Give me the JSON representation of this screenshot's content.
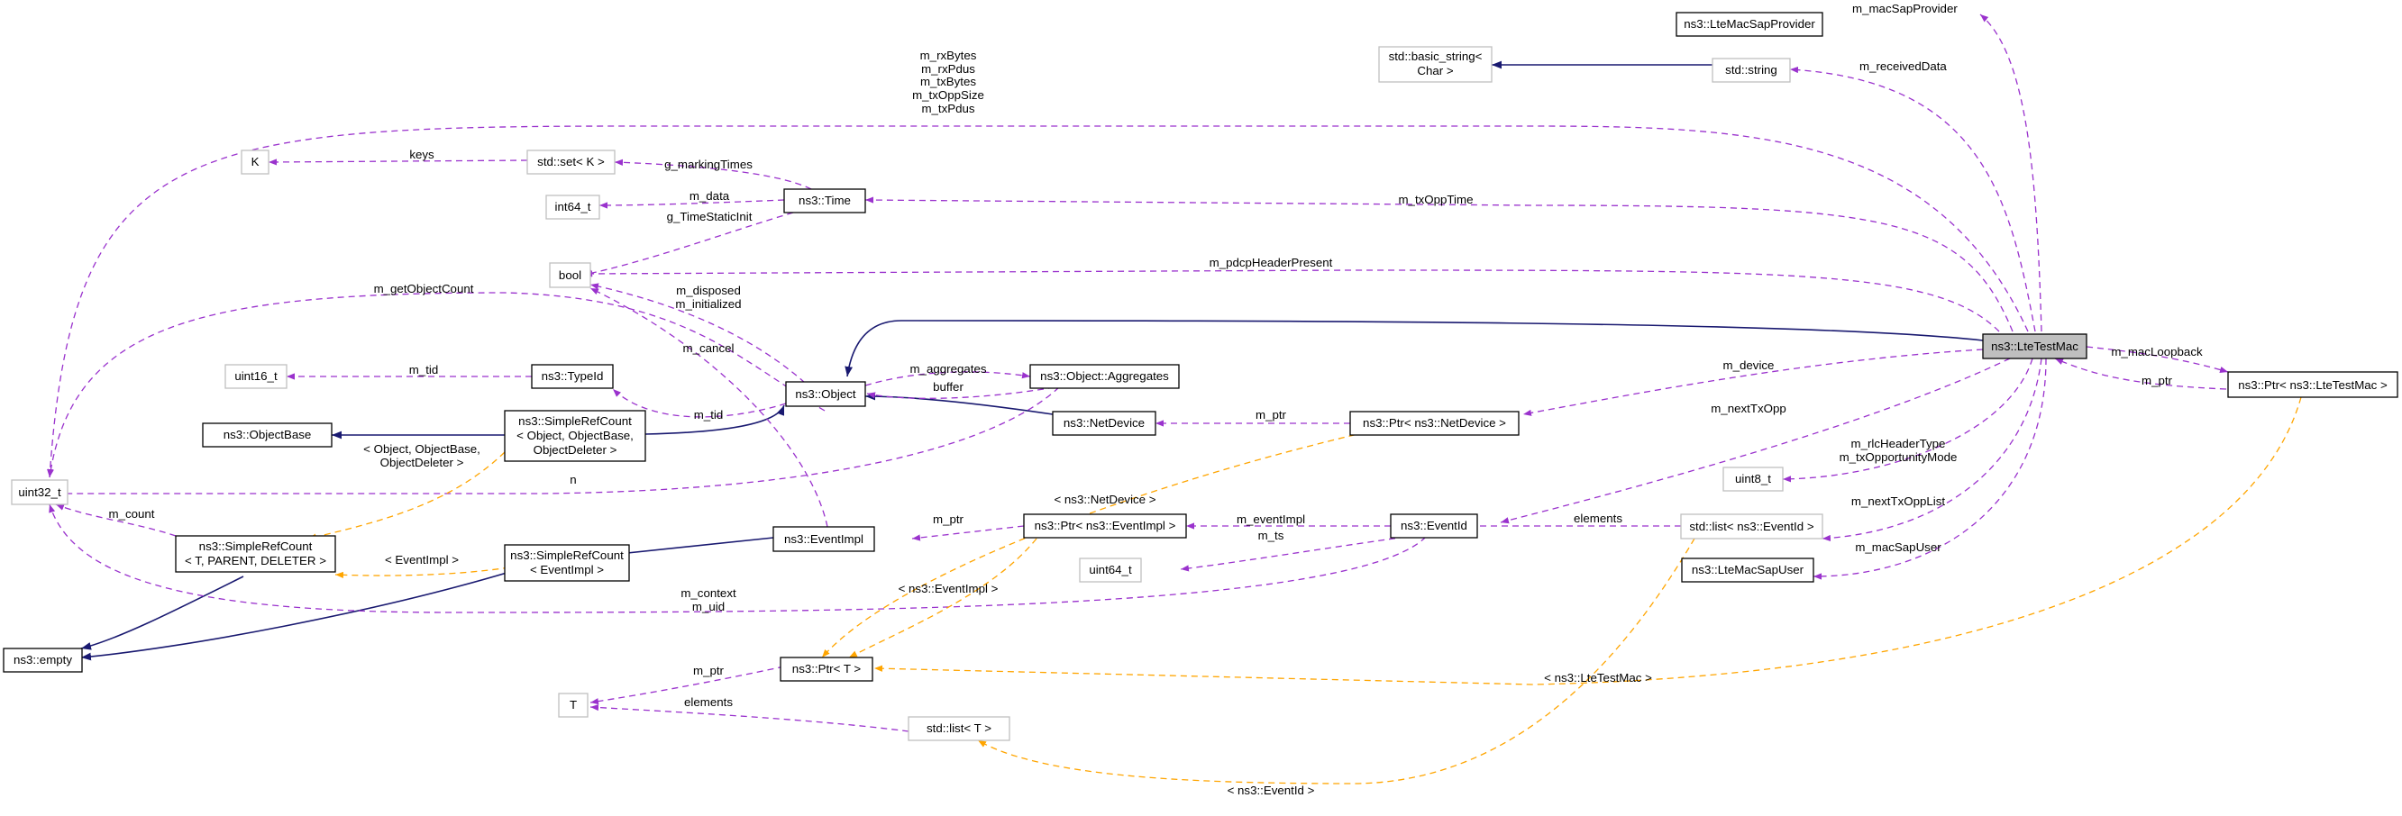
{
  "colors": {
    "member_edge": "#9a32cd",
    "template_edge": "#ffa500",
    "inherit_edge": "#191970",
    "focus_fill": "#bfbfbf",
    "external_border": "#bfbfbf",
    "class_border": "#000000"
  },
  "nodes": {
    "lte_test_mac": "ns3::LteTestMac",
    "lte_mac_sap_provider": "ns3::LteMacSapProvider",
    "basic_string": [
      "std::basic_string<",
      "Char >"
    ],
    "std_string": "std::string",
    "k": "K",
    "std_set": "std::set< K >",
    "int64": "int64_t",
    "ns3_time": "ns3::Time",
    "bool_t": "bool",
    "uint16": "uint16_t",
    "type_id": "ns3::TypeId",
    "ns3_object": "ns3::Object",
    "aggregates": "ns3::Object::Aggregates",
    "object_base": "ns3::ObjectBase",
    "simple_ref_object": [
      "ns3::SimpleRefCount",
      "< Object, ObjectBase,",
      "ObjectDeleter >"
    ],
    "net_device": "ns3::NetDevice",
    "ptr_net_device": "ns3::Ptr< ns3::NetDevice >",
    "ptr_lte_test_mac": "ns3::Ptr< ns3::LteTestMac >",
    "uint32": "uint32_t",
    "uint8": "uint8_t",
    "simple_ref_t": [
      "ns3::SimpleRefCount",
      "< T, PARENT, DELETER >"
    ],
    "simple_ref_event": [
      "ns3::SimpleRefCount",
      "< EventImpl >"
    ],
    "event_impl": "ns3::EventImpl",
    "ptr_event_impl": "ns3::Ptr< ns3::EventImpl >",
    "event_id": "ns3::EventId",
    "list_event_id": "std::list< ns3::EventId >",
    "lte_mac_sap_user": "ns3::LteMacSapUser",
    "uint64": "uint64_t",
    "empty": "ns3::empty",
    "ptr_t": "ns3::Ptr< T >",
    "t": "T",
    "list_t": "std::list< T >"
  },
  "edge_labels": {
    "mac_sap_provider": "m_macSapProvider",
    "received_data": "m_receivedData",
    "counters": [
      "m_rxBytes",
      "m_rxPdus",
      "m_txBytes",
      "m_txOppSize",
      "m_txPdus"
    ],
    "keys": "keys",
    "marking_times": "g_markingTimes",
    "m_data": "m_data",
    "time_static_init": "g_TimeStaticInit",
    "tx_opp_time": "m_txOppTime",
    "pdcp_header_present": "m_pdcpHeaderPresent",
    "get_object_count": "m_getObjectCount",
    "disposed_initialized": [
      "m_disposed",
      "m_initialized"
    ],
    "m_cancel": "m_cancel",
    "m_tid_1": "m_tid",
    "m_tid_2": "m_tid",
    "m_aggregates": "m_aggregates",
    "buffer": "buffer",
    "m_device": "m_device",
    "m_ptr_netdevice": "m_ptr",
    "mac_loopback": "m_macLoopback",
    "m_ptr_ltetestmac": "m_ptr",
    "next_tx_opp": "m_nextTxOpp",
    "tmpl_object": [
      "< Object, ObjectBase,",
      "ObjectDeleter >"
    ],
    "n": "n",
    "tmpl_netdevice": "< ns3::NetDevice >",
    "rlc_header": [
      "m_rlcHeaderType",
      "m_txOpportunityMode"
    ],
    "next_tx_opp_list": "m_nextTxOppList",
    "m_count": "m_count",
    "m_ptr_eventimpl": "m_ptr",
    "m_event_impl": "m_eventImpl",
    "elements_1": "elements",
    "m_ts": "m_ts",
    "mac_sap_user": "m_macSapUser",
    "tmpl_eventimpl_1": "< EventImpl >",
    "context_uid": [
      "m_context",
      "m_uid"
    ],
    "tmpl_eventimpl_2": "< ns3::EventImpl >",
    "tmpl_ltetestmac": "< ns3::LteTestMac >",
    "m_ptr_t": "m_ptr",
    "elements_2": "elements",
    "tmpl_eventid": "< ns3::EventId >"
  }
}
